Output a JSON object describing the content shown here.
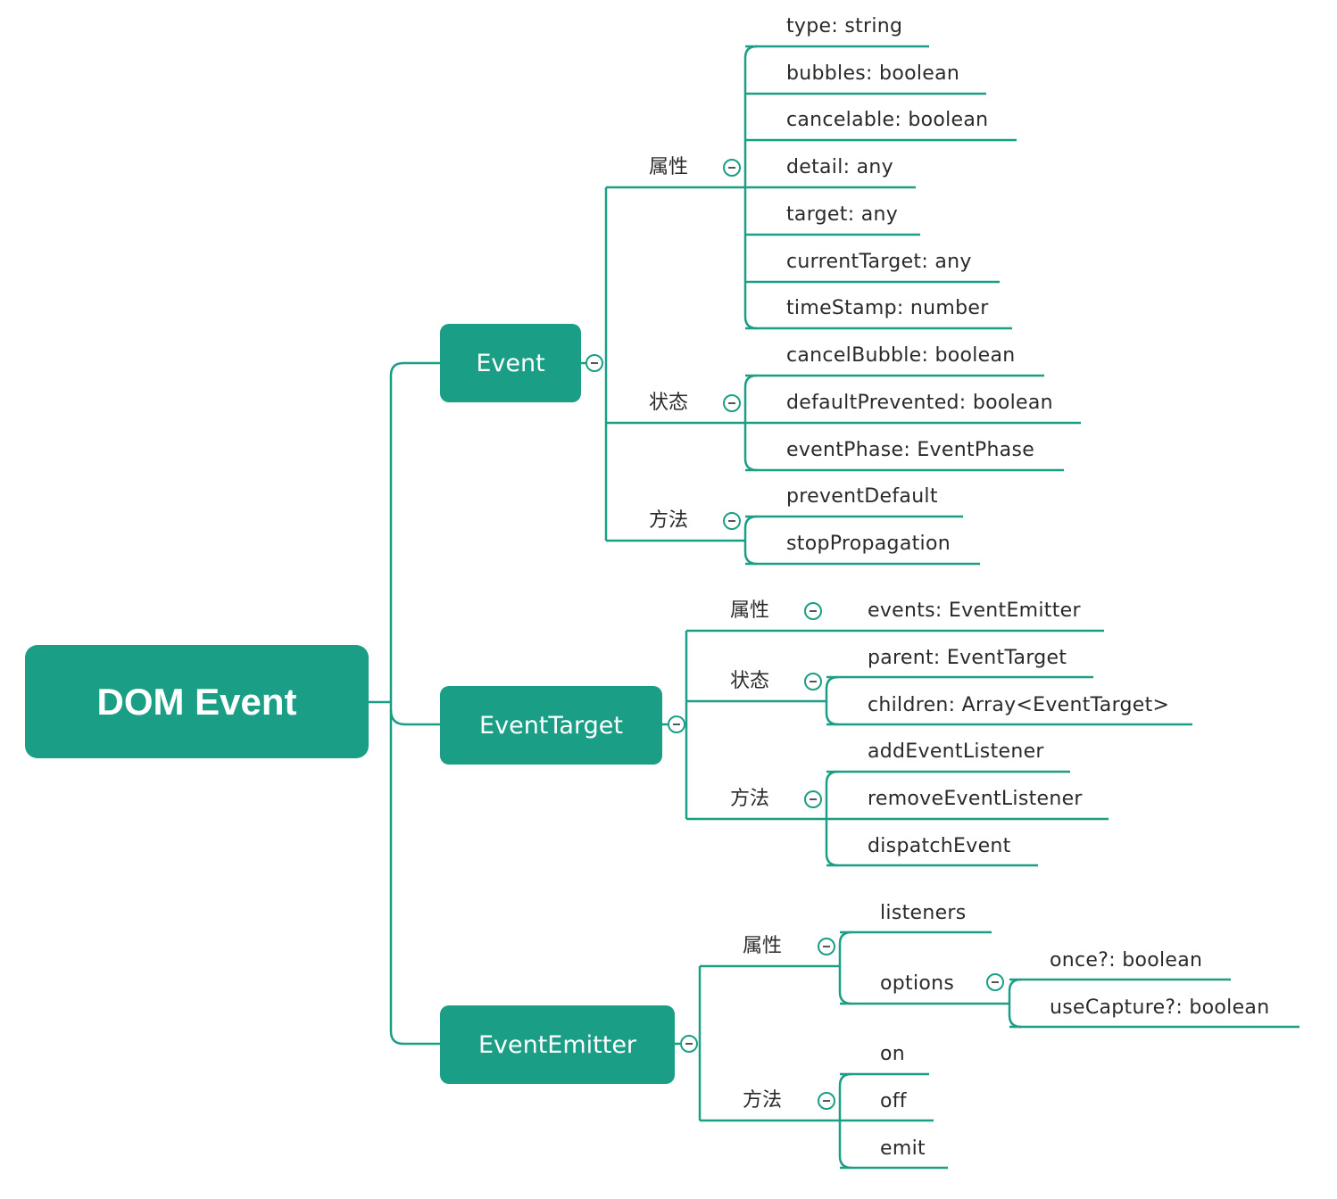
{
  "colors": {
    "branch": "#1a9e86",
    "text": "#2a2a2a",
    "node_fill": "#1a9e86",
    "node_text": "#ffffff"
  },
  "root": {
    "label": "DOM Event"
  },
  "branches": [
    {
      "label": "Event",
      "groups": [
        {
          "label": "属性",
          "items": [
            "type: string",
            "bubbles: boolean",
            "cancelable: boolean",
            "detail: any",
            "target: any",
            "currentTarget: any",
            "timeStamp: number"
          ]
        },
        {
          "label": "状态",
          "items": [
            "cancelBubble: boolean",
            "defaultPrevented: boolean",
            "eventPhase: EventPhase"
          ]
        },
        {
          "label": "方法",
          "items": [
            "preventDefault",
            "stopPropagation"
          ]
        }
      ]
    },
    {
      "label": "EventTarget",
      "groups": [
        {
          "label": "属性",
          "items": [
            "events: EventEmitter"
          ]
        },
        {
          "label": "状态",
          "items": [
            "parent: EventTarget",
            "children: Array<EventTarget>"
          ]
        },
        {
          "label": "方法",
          "items": [
            "addEventListener",
            "removeEventListener",
            "dispatchEvent"
          ]
        }
      ]
    },
    {
      "label": "EventEmitter",
      "groups": [
        {
          "label": "属性",
          "items": [
            "listeners",
            "options"
          ],
          "sub_items": [
            "once?: boolean",
            "useCapture?: boolean"
          ]
        },
        {
          "label": "方法",
          "items": [
            "on",
            "off",
            "emit"
          ]
        }
      ]
    }
  ]
}
